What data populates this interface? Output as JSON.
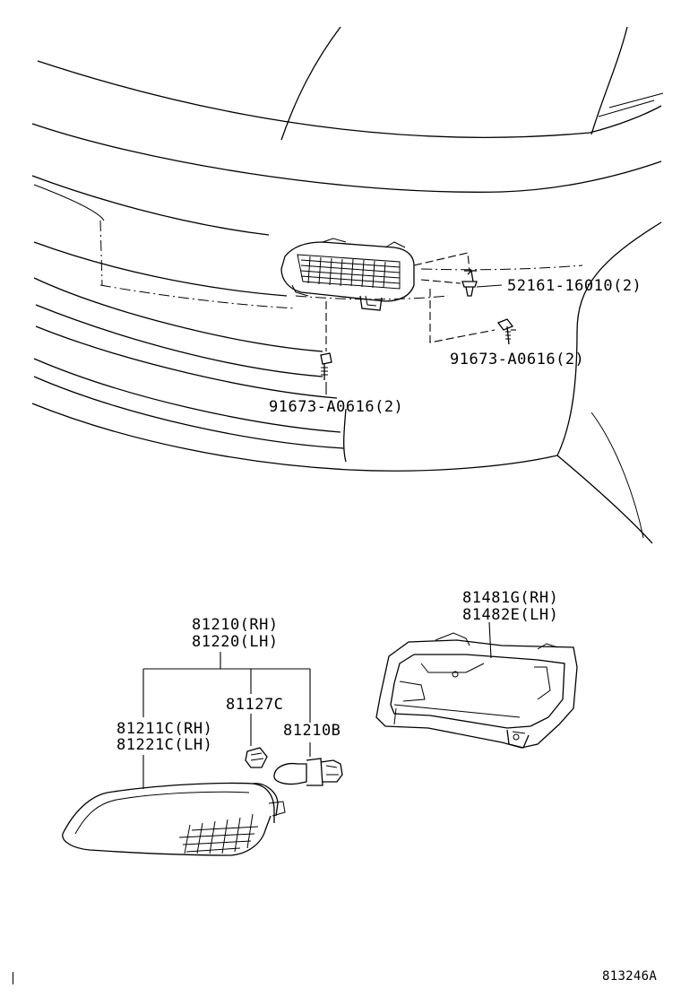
{
  "callouts": {
    "clip": "52161-16010(2)",
    "screw_right": "91673-A0616(2)",
    "screw_left": "91673-A0616(2)",
    "lamp_assy_rh": "81210(RH)",
    "lamp_assy_lh": "81220(LH)",
    "bulb_socket": "81127C",
    "lens_rh": "81211C(RH)",
    "lens_lh": "81221C(LH)",
    "bulb": "81210B",
    "bracket_rh": "81481G(RH)",
    "bracket_lh": "81482E(LH)"
  },
  "figure_id": "813246A"
}
